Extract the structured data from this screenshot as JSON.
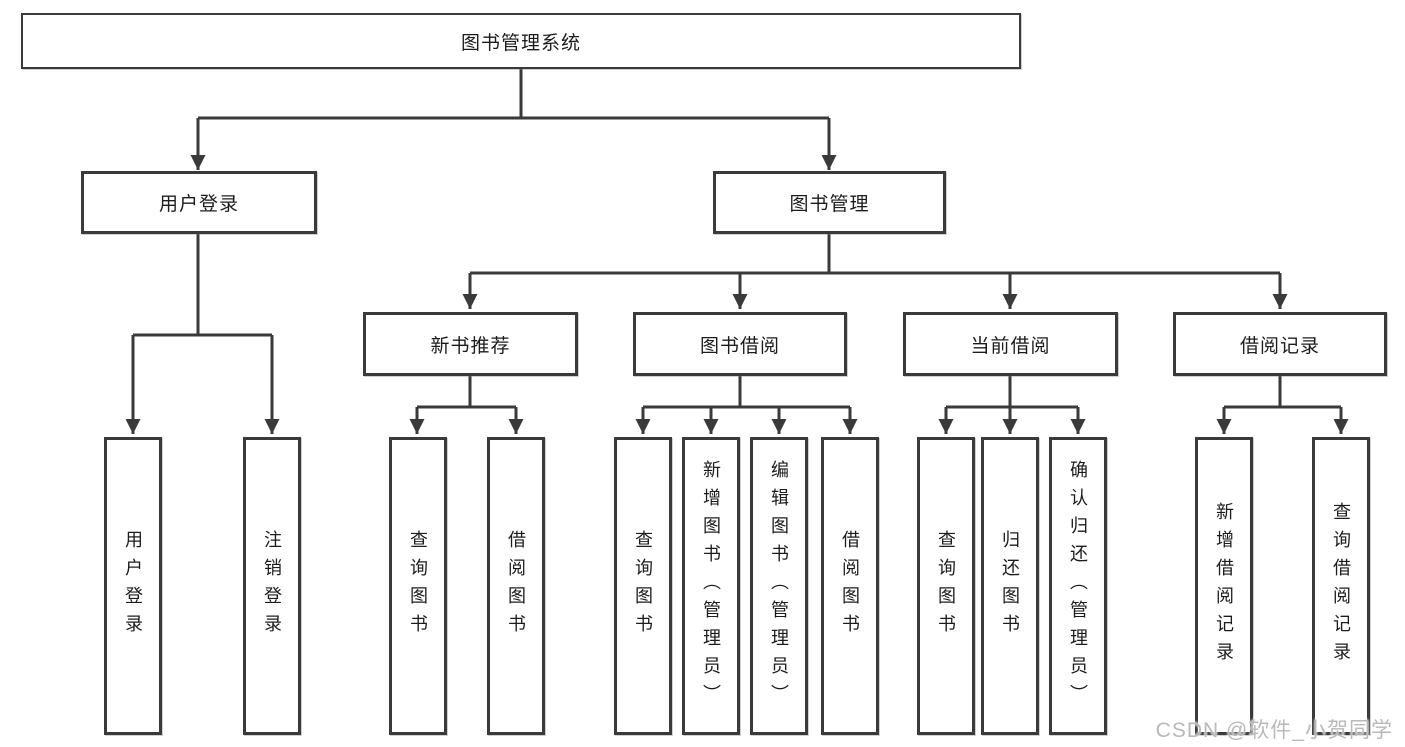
{
  "diagram_type": "hierarchy-tree",
  "tree": {
    "root": {
      "label": "图书管理系统"
    },
    "children": [
      {
        "label": "用户登录",
        "children": [
          {
            "label": "用户登录"
          },
          {
            "label": "注销登录"
          }
        ]
      },
      {
        "label": "图书管理",
        "children": [
          {
            "label": "新书推荐",
            "children": [
              {
                "label": "查询图书"
              },
              {
                "label": "借阅图书"
              }
            ]
          },
          {
            "label": "图书借阅",
            "children": [
              {
                "label": "查询图书"
              },
              {
                "label": "新增图书（管理员）"
              },
              {
                "label": "编辑图书（管理员）"
              },
              {
                "label": "借阅图书"
              }
            ]
          },
          {
            "label": "当前借阅",
            "children": [
              {
                "label": "查询图书"
              },
              {
                "label": "归还图书"
              },
              {
                "label": "确认归还（管理员）"
              }
            ]
          },
          {
            "label": "借阅记录",
            "children": [
              {
                "label": "新增借阅记录"
              },
              {
                "label": "查询借阅记录"
              }
            ]
          }
        ]
      }
    ]
  },
  "watermark": {
    "text": "CSDN @软件_小贺同学"
  },
  "colors": {
    "line": "#3a3a3a",
    "box_border": "#3a3a3a",
    "text": "#1c1c1c",
    "background": "#ffffff",
    "watermark": "#b9b9b9"
  }
}
